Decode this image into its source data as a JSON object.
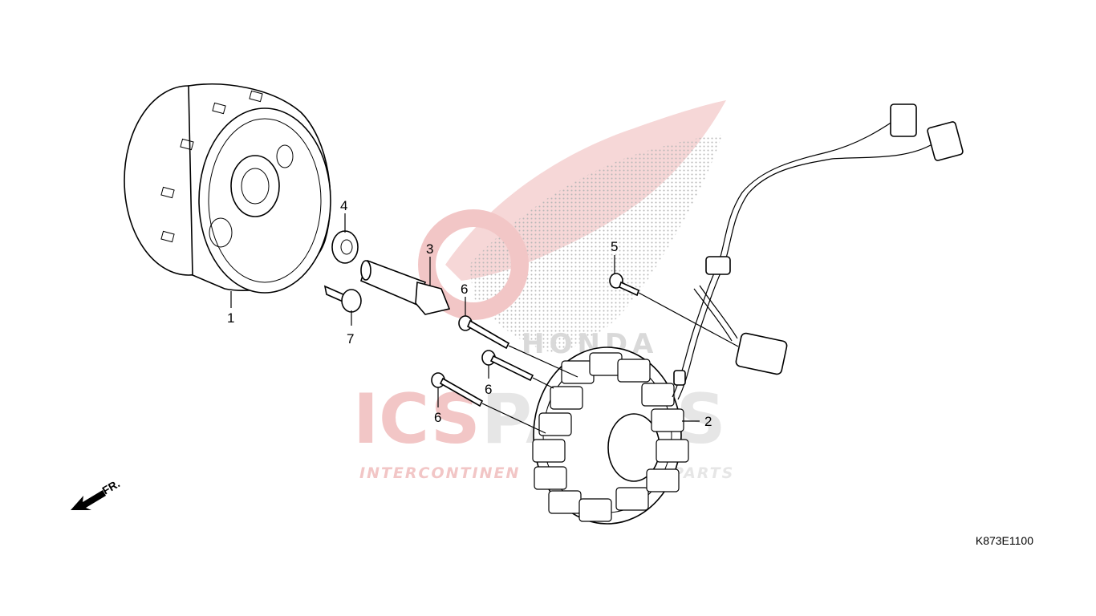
{
  "diagram": {
    "part_code": "K873E1100",
    "direction_label": "FR.",
    "callouts": [
      "1",
      "2",
      "3",
      "4",
      "5",
      "6",
      "6",
      "6",
      "7"
    ]
  },
  "watermark": {
    "brand_big_1": "ICS",
    "brand_big_2": "PARTS",
    "brand_small_1": "INTERCONTINEN",
    "brand_small_2": "PARTS",
    "honda_text": "HONDA"
  },
  "colors": {
    "watermark_red": "#f2c6c6",
    "watermark_gray": "#e6e6e6",
    "dot_gray": "#b8b8b8",
    "line": "#000000"
  }
}
